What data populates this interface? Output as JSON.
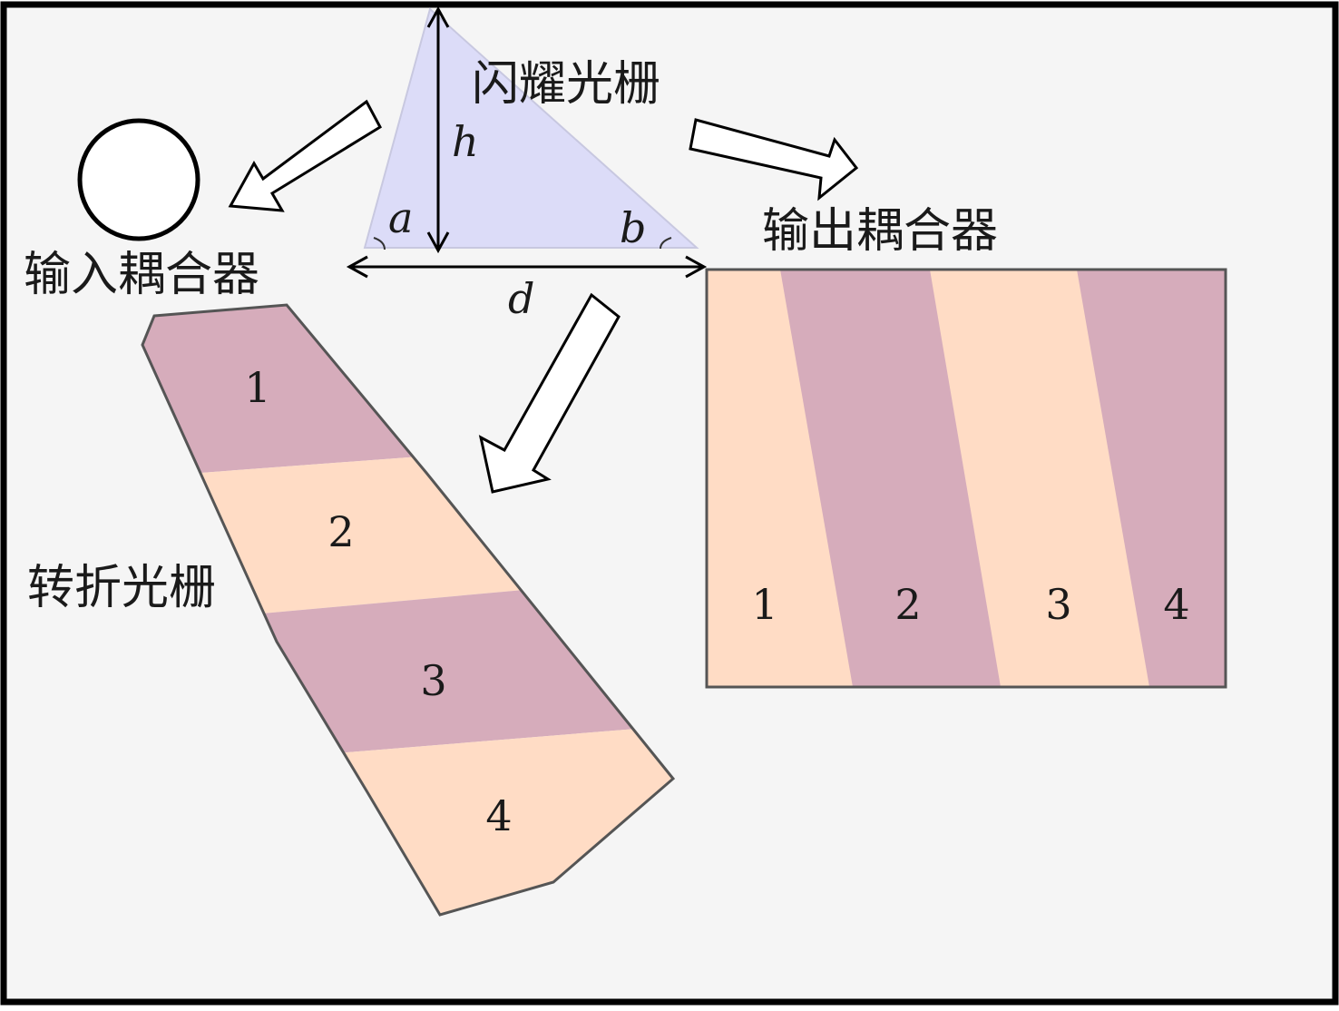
{
  "labels": {
    "blazed_grating": "闪耀光栅",
    "input_coupler": "输入耦合器",
    "output_coupler": "输出耦合器",
    "turning_grating": "转折光栅"
  },
  "symbols": {
    "h": "h",
    "a": "a",
    "b": "b",
    "d": "d"
  },
  "turning_regions": [
    "1",
    "2",
    "3",
    "4"
  ],
  "output_regions": [
    "1",
    "2",
    "3",
    "4"
  ],
  "colors": {
    "frame": "#000000",
    "background": "#f5f5f5",
    "triangle_fill": "#dcdcf8",
    "triangle_edge": "#c8c8e0",
    "region_mauve": "#d6acbb",
    "region_peach": "#ffdcc5"
  }
}
